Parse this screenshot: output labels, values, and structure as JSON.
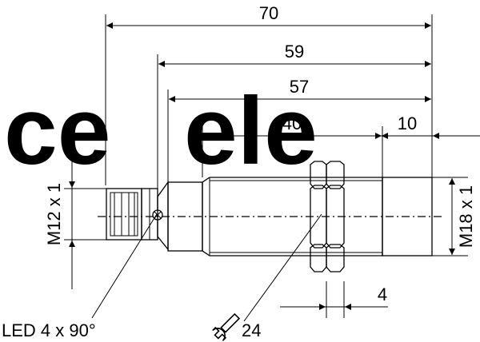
{
  "dimensions": {
    "overall_length": "70",
    "length_to_led": "59",
    "length_to_collar": "57",
    "thread_length": "40",
    "sensing_face_length": "10",
    "nut_thickness": "4",
    "wrench_size": "24"
  },
  "threads": {
    "connector_thread": "M12 x 1",
    "housing_thread": "M18 x 1"
  },
  "callouts": {
    "led": "LED 4 x 90°"
  },
  "icons": [
    "wrench-icon"
  ]
}
